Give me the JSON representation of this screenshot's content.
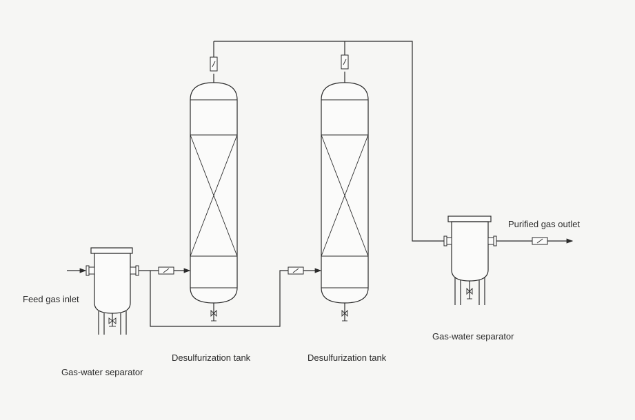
{
  "labels": {
    "feed_gas_inlet": "Feed gas inlet",
    "separator_left": "Gas-water separator",
    "tank_left": "Desulfurization tank",
    "tank_right": "Desulfurization tank",
    "purified_gas_outlet": "Purified gas outlet",
    "separator_right": "Gas-water separator"
  },
  "components": {
    "separators": 2,
    "desulfurization_tanks": 2,
    "flow_meters": 5
  },
  "colors": {
    "line": "#2b2b2b",
    "background": "#f6f6f4",
    "packing": "#8a8a8a"
  }
}
